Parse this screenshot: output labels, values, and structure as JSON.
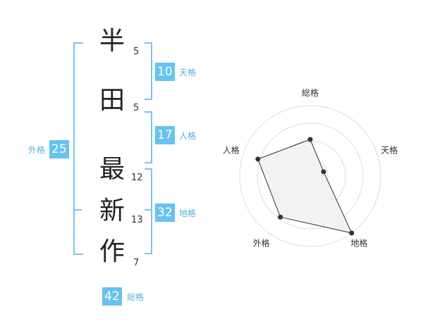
{
  "name": {
    "chars": [
      {
        "char": "半",
        "strokes": "5"
      },
      {
        "char": "田",
        "strokes": "5"
      },
      {
        "char": "最",
        "strokes": "12"
      },
      {
        "char": "新",
        "strokes": "13"
      },
      {
        "char": "作",
        "strokes": "7"
      }
    ]
  },
  "grid": {
    "tenkaku": {
      "value": "10",
      "label": "天格"
    },
    "jinkaku": {
      "value": "17",
      "label": "人格"
    },
    "chikaku": {
      "value": "32",
      "label": "地格"
    },
    "gaikaku": {
      "value": "25",
      "label": "外格"
    },
    "soukaku": {
      "value": "42",
      "label": "総格"
    }
  },
  "colors": {
    "accent": "#66c2f2",
    "bracket": "#7cc4ee",
    "radar_fill": "#f2f2f2",
    "radar_ring": "#dddddd"
  },
  "chart_data": {
    "type": "radar",
    "axes": [
      "総格",
      "天格",
      "地格",
      "外格",
      "人格"
    ],
    "values": [
      0.52,
      0.2,
      1.0,
      0.72,
      0.78
    ],
    "range": [
      0,
      1
    ],
    "rings": 4
  }
}
